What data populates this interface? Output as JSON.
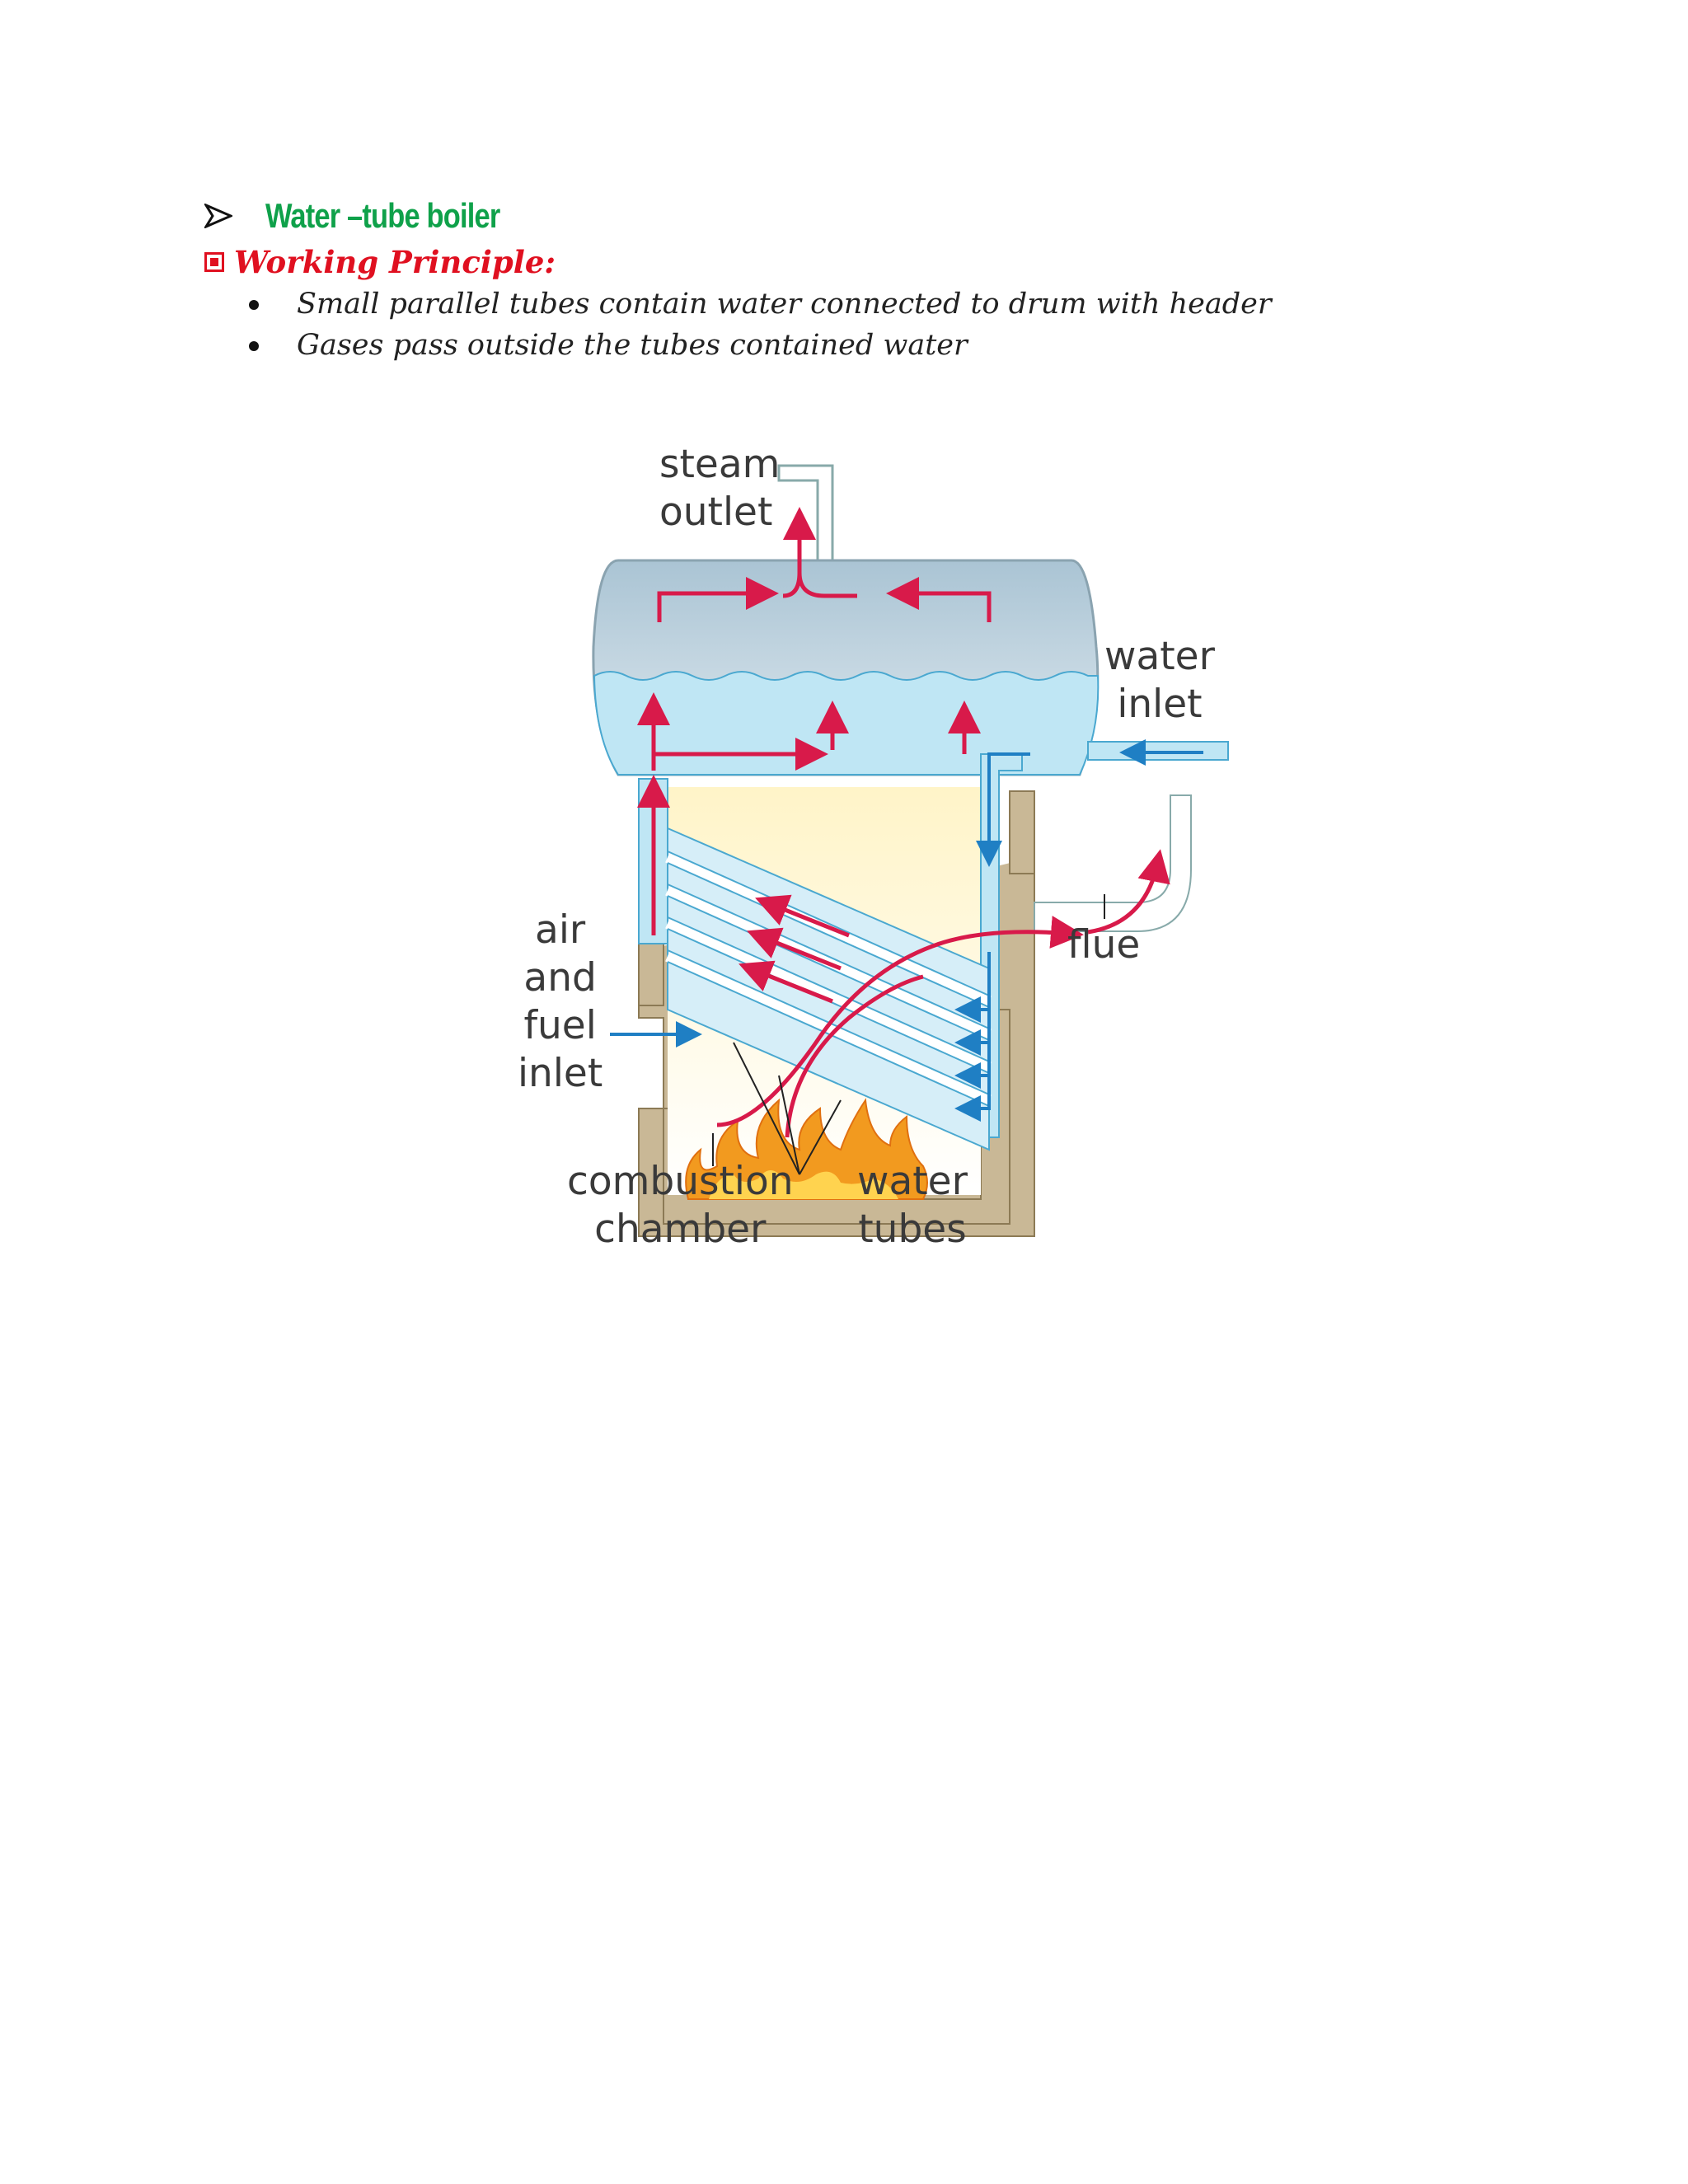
{
  "heading": {
    "title": "Water –tube boiler",
    "marker_icon": "arrowhead-bullet-icon",
    "color": "#0fa14a"
  },
  "section": {
    "label": "Working Principle:",
    "marker_icon": "boxed-square-icon",
    "color": "#e01020"
  },
  "bullets": [
    "Small parallel tubes contain water connected to drum with header",
    "Gases pass outside the tubes contained water"
  ],
  "figure": {
    "labels": {
      "steam_outlet_1": "steam",
      "steam_outlet_2": "outlet",
      "water_inlet_1": "water",
      "water_inlet_2": "inlet",
      "flue": "flue",
      "air_1": "air",
      "air_2": "and",
      "air_3": "fuel",
      "air_4": "inlet",
      "combustion_1": "combustion",
      "combustion_2": "chamber",
      "tubes_1": "water",
      "tubes_2": "tubes"
    },
    "colors": {
      "hot_flow": "#d81a4a",
      "water_flow": "#1f7fc4",
      "water": "#bfe6f4",
      "brick": "#c9b896",
      "flame": "#f29a1f"
    }
  }
}
